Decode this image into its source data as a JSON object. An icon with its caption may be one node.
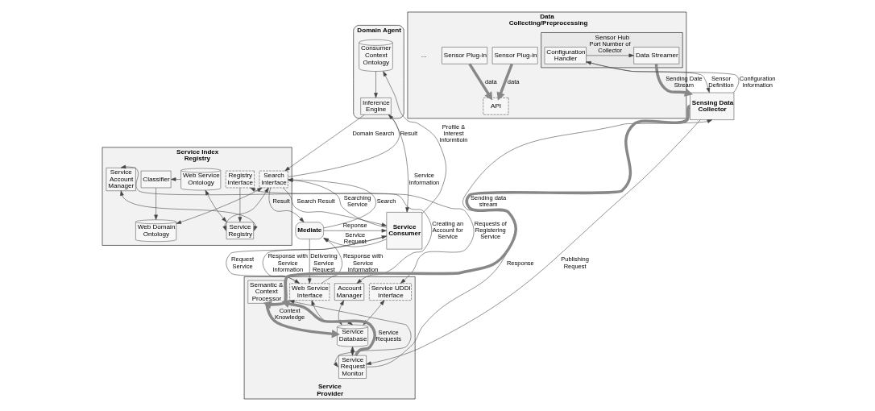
{
  "diagram": {
    "nodes": [
      {
        "text": [
          "Domain Agent"
        ]
      },
      {
        "text": [
          "Consumer Context Ontology"
        ],
        "in": 0
      },
      {
        "text": [
          "Inference Engine"
        ],
        "in": 0
      },
      {
        "text": [
          "Service Index Registry"
        ]
      },
      {
        "text": [
          "Search Interface"
        ],
        "in": 3
      },
      {
        "text": [
          "Web Domain Ontology"
        ],
        "in": 3
      },
      {
        "text": [
          "Web Service Ontology"
        ],
        "in": 3
      },
      {
        "text": [
          "Classifier"
        ],
        "in": 3
      },
      {
        "text": [
          "Service Registry"
        ],
        "in": 3
      },
      {
        "text": [
          "Registry Interface"
        ],
        "in": 3
      },
      {
        "text": [
          "Service Account Manager"
        ],
        "in": 3
      },
      {
        "text": [
          "Data Collecting/Preprocessing"
        ]
      },
      {
        "text": [
          "Sensor Plug-in"
        ],
        "in": 11
      },
      {
        "text": [
          "Sensor Plug-in"
        ],
        "in": 11
      },
      {
        "text": [
          "API"
        ],
        "in": 11
      },
      {
        "text": [
          "Sensor Hub"
        ],
        "in": 11
      },
      {
        "text": [
          "Data Streamer"
        ],
        "in": 15
      },
      {
        "text": [
          "Configuration Handler"
        ],
        "in": 15
      },
      {
        "text": [
          "Service Consumer"
        ]
      },
      {
        "text": [
          "Mediate"
        ]
      },
      {
        "text": [
          "Service Provider"
        ]
      },
      {
        "text": [
          "Account Manager"
        ],
        "in": 20
      },
      {
        "text": [
          "Service UDDI Interface"
        ],
        "in": 20
      },
      {
        "text": [
          "Web Service Interface"
        ],
        "in": 20
      },
      {
        "text": [
          "Service Database"
        ],
        "in": 20
      },
      {
        "text": [
          "Semantic & Context Processor"
        ],
        "in": 20
      },
      {
        "text": [
          "Service Request Monitor"
        ],
        "in": 20
      },
      {
        "text": [
          "Sensing Data Collector"
        ]
      }
    ],
    "edges": [
      {
        "from": 18,
        "to": 1,
        "arrow": "to",
        "label": "Profile & Interest Informtioin"
      },
      {
        "from": 1,
        "to": 2,
        "arrow": "to"
      },
      {
        "from": 2,
        "to": 4,
        "arrow": "to",
        "label": "Domain Search"
      },
      {
        "from": 4,
        "to": 2,
        "arrow": "to",
        "label": "Result"
      },
      {
        "from": 2,
        "to": 18,
        "arrow": "to",
        "label": "Service Information"
      },
      {
        "from": 18,
        "to": 4,
        "arrow": "to",
        "label": "Searching Service"
      },
      {
        "from": 4,
        "to": 18,
        "arrow": "to",
        "label": "Search Result"
      },
      {
        "from": 4,
        "to": 5,
        "arrow": "both"
      },
      {
        "from": 6,
        "to": 7,
        "arrow": "to"
      },
      {
        "from": 7,
        "to": 5,
        "arrow": "to"
      },
      {
        "from": 6,
        "to": 8,
        "arrow": "both"
      },
      {
        "from": 4,
        "to": 8,
        "arrow": "both"
      },
      {
        "from": 9,
        "to": 8,
        "arrow": "to"
      },
      {
        "from": 8,
        "to": 10,
        "arrow": "both"
      },
      {
        "from": 22,
        "to": 9,
        "arrow": "both",
        "label": "Requests of Registering Service"
      },
      {
        "from": 21,
        "to": 10,
        "arrow": "both",
        "label": "Creating an Account for Service"
      },
      {
        "from": 19,
        "to": 4,
        "arrow": "to",
        "label": "Search"
      },
      {
        "from": 4,
        "to": 19,
        "arrow": "to",
        "label": "Result"
      },
      {
        "from": 18,
        "to": 19,
        "arrow": "to",
        "label": "Service Request"
      },
      {
        "from": 19,
        "to": 18,
        "arrow": "to",
        "label": "Reponse"
      },
      {
        "from": 19,
        "to": 23,
        "arrow": "to",
        "label": "Delivering Service Request"
      },
      {
        "from": 23,
        "to": 19,
        "arrow": "to",
        "label": "Response with Service Information"
      },
      {
        "from": 18,
        "to": 23,
        "arrow": "to",
        "label": "Request Service"
      },
      {
        "from": 23,
        "to": 18,
        "arrow": "to",
        "label": "Response with Service Information"
      },
      {
        "from": 21,
        "to": 24,
        "arrow": "both"
      },
      {
        "from": 22,
        "to": 24,
        "arrow": "both"
      },
      {
        "from": 23,
        "to": 24,
        "arrow": "both"
      },
      {
        "from": 24,
        "to": 26,
        "arrow": "both"
      },
      {
        "from": 25,
        "to": 24,
        "arrow": "to",
        "label": "Context Knowledge",
        "style": "thick"
      },
      {
        "from": 26,
        "to": 25,
        "arrow": "to",
        "label": "Service Requests",
        "style": "thick"
      },
      {
        "from": 23,
        "to": 26,
        "arrow": "both"
      },
      {
        "from": 27,
        "to": 25,
        "arrow": "to",
        "label": "Sending data stream",
        "style": "thick"
      },
      {
        "from": 27,
        "to": 26,
        "arrow": "to",
        "label": "Publishing Request"
      },
      {
        "from": 26,
        "to": 27,
        "arrow": "to",
        "label": "Response"
      },
      {
        "from": 12,
        "to": 14,
        "arrow": "to",
        "label": "data",
        "style": "thick"
      },
      {
        "from": 13,
        "to": 14,
        "arrow": "to",
        "label": "data",
        "style": "thick"
      },
      {
        "from": 17,
        "to": 16,
        "arrow": "to",
        "label": "Port Number of Collector"
      },
      {
        "from": 16,
        "to": 27,
        "arrow": "to",
        "label": "Sending Date Stream",
        "style": "thick"
      },
      {
        "from": 27,
        "to": 17,
        "arrow": "to",
        "label": "Configuration Information"
      },
      {
        "from": 17,
        "to": 27,
        "arrow": "to",
        "label": "Sensor Definition"
      }
    ],
    "labels": [
      "..."
    ]
  }
}
